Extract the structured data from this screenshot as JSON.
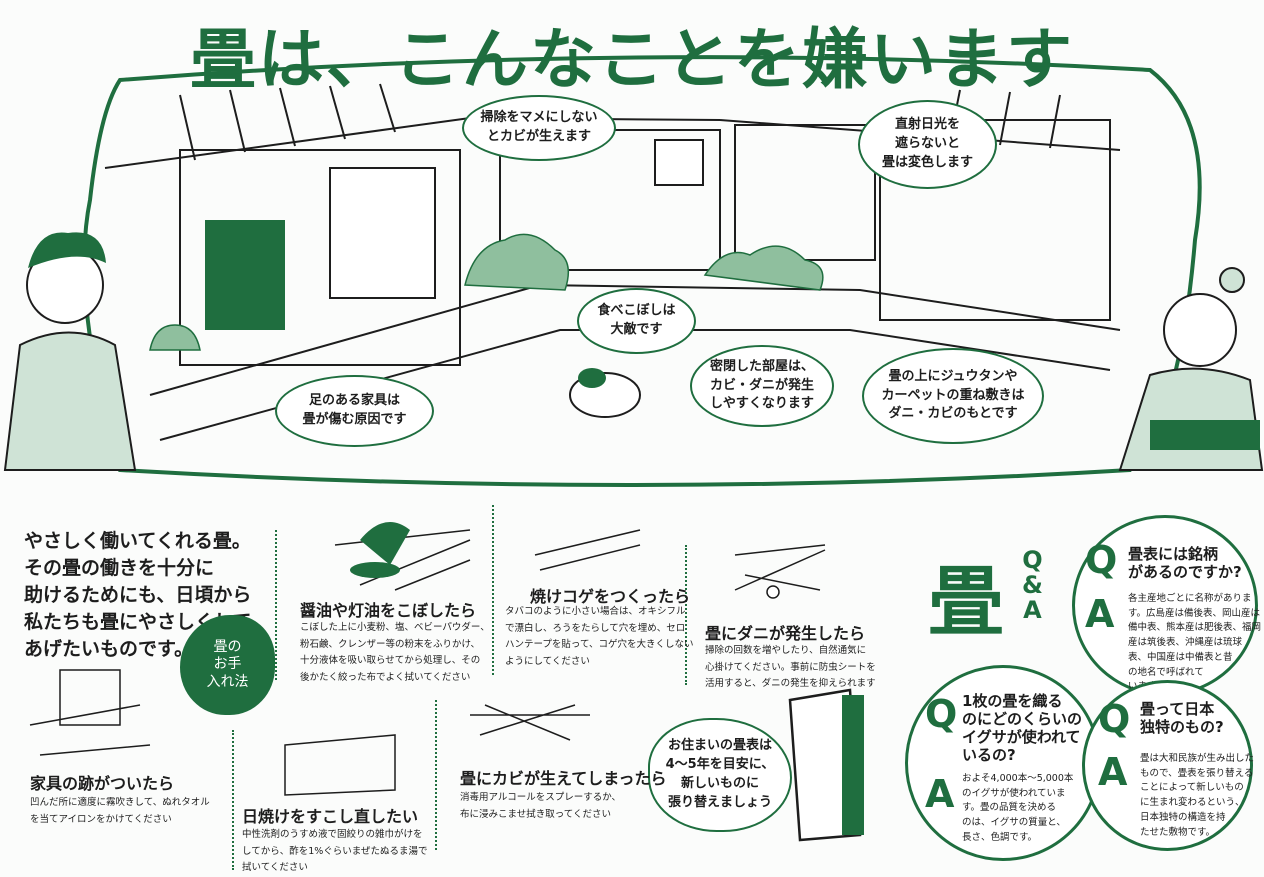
{
  "title": "畳は、こんなことを嫌います",
  "bubbles": {
    "cleaning": "掃除をマメにしない\nとカビが生えます",
    "sunlight": "直射日光を\n遮らないと\n畳は変色します",
    "furniture": "足のある家具は\n畳が傷む原因です",
    "food": "食べこぼしは\n大敵です",
    "sealed": "密閉した部屋は、\nカビ・ダニが発生\nしやすくなります",
    "carpet": "畳の上にジュウタンや\nカーペットの重ね敷きは\nダニ・カビのもとです",
    "replace": "お住まいの畳表は\n4〜5年を目安に、\n新しいものに\n張り替えましょう"
  },
  "intro": "やさしく働いてくれる畳。\nその畳の働きを十分に\n助けるためにも、日頃から\n私たちも畳にやさしくして\nあげたいものです。",
  "care_badge": "畳の\nお手\n入れ法",
  "tips": [
    {
      "title": "醤油や灯油をこぼしたら",
      "body": "こぼした上に小麦粉、塩、ベビーパウダー、\n粉石鹸、クレンザー等の粉末をふりかけ、\n十分液体を吸い取らせてから処理し、その\n後かたく絞った布でよく拭いてください"
    },
    {
      "title": "焼けコゲをつくったら",
      "body": "タバコのように小さい場合は、オキシフル\nで漂白し、ろうをたらして穴を埋め、セロ\nハンテープを貼って、コゲ穴を大きくしない\nようにしてください"
    },
    {
      "title": "畳にダニが発生したら",
      "body": "掃除の回数を増やしたり、自然通気に\n心掛けてください。事前に防虫シートを\n活用すると、ダニの発生を抑えられます"
    },
    {
      "title": "家具の跡がついたら",
      "body": "凹んだ所に適度に霧吹きして、ぬれタオル\nを当てアイロンをかけてください"
    },
    {
      "title": "日焼けをすこし直したい",
      "body": "中性洗剤のうすめ液で固絞りの雑巾がけを\nしてから、酢を1%ぐらいまぜたぬるま湯で\n拭いてください"
    },
    {
      "title": "畳にカビが生えてしまったら",
      "body": "消毒用アルコールをスプレーするか、\n布に浸みこませ拭き取ってください"
    }
  ],
  "qa": {
    "logo": "畳",
    "logo_sub": "Q\n&\nA",
    "items": [
      {
        "q_letter": "Q",
        "a_letter": "A",
        "question": "畳表には銘柄\nがあるのですか?",
        "answer": "各主産地ごとに名称がありま\nす。広島産は備後表、岡山産は\n備中表、熊本産は肥後表、福岡\n産は筑後表、沖縄産は琉球\n表、中国産は中備表と昔\nの地名で呼ばれて\nいます。"
      },
      {
        "q_letter": "Q",
        "a_letter": "A",
        "question": "1枚の畳を織る\nのにどのくらいの\nイグサが使われて\nいるの?",
        "answer": "およそ4,000本〜5,000本\nのイグサが使われていま\nす。畳の品質を決める\nのは、イグサの質量と、\n長さ、色調です。"
      },
      {
        "q_letter": "Q",
        "a_letter": "A",
        "question": "畳って日本\n独特のもの?",
        "answer": "畳は大和民族が生み出した\nもので、畳表を張り替える\nことによって新しいもの\nに生まれ変わるという、\n日本独特の構造を持\nたせた敷物です。"
      }
    ]
  },
  "colors": {
    "accent": "#1f6e3f",
    "line": "#1d1d1d"
  }
}
